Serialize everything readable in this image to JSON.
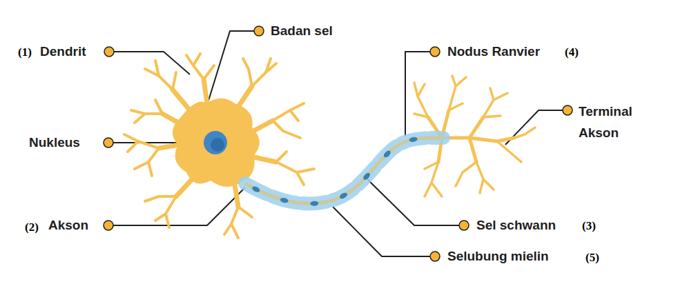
{
  "diagram": {
    "labels": [
      "(1)",
      "Dendrit",
      "Badan sel",
      "Nukleus",
      "(2)",
      "Akson",
      "Nodus Ranvier",
      "(4)",
      "Terminal Akson",
      "Sel schwann",
      "(3)",
      "Selubung mielin",
      "(5)"
    ]
  }
}
